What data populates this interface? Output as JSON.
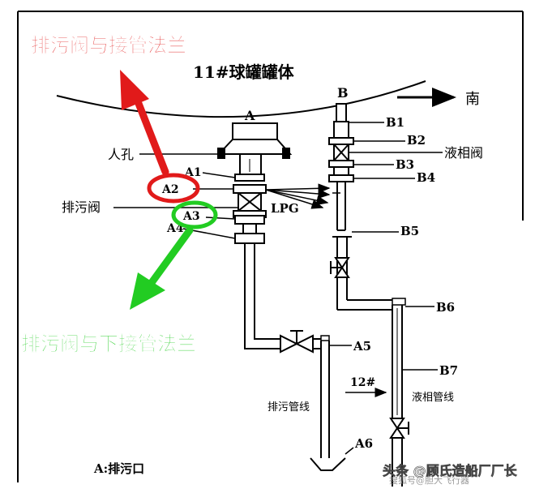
{
  "title": "11#球罐罐体",
  "direction_label": "南",
  "annotations": {
    "top_red": "排污阀与接管法兰",
    "bottom_green": "排污阀与下接管法兰"
  },
  "side_a": {
    "header": "A",
    "labels": {
      "manhole": "人孔",
      "drain_valve": "排污阀",
      "a1": "A1",
      "a2": "A2",
      "a3": "A3",
      "a4": "A4",
      "a5": "A5",
      "a6": "A6"
    },
    "drain_pipe": "排污管线"
  },
  "side_b": {
    "header": "B",
    "labels": {
      "b1": "B1",
      "b2": "B2",
      "b3": "B3",
      "b4": "B4",
      "b5": "B5",
      "b6": "B6",
      "b7": "B7"
    },
    "liquid_valve": "液相阀",
    "liquid_pipe": "液相管线",
    "tank_ref": "12#"
  },
  "lpg_label": "LPG",
  "legend": "A:排污口",
  "watermark": "头条 @顾氏造船厂厂长",
  "watermark_faint": "搜狐号@胆大飞行器",
  "colors": {
    "highlight_red": "#e11a1a",
    "highlight_green": "#22cc22",
    "line": "#000000"
  }
}
